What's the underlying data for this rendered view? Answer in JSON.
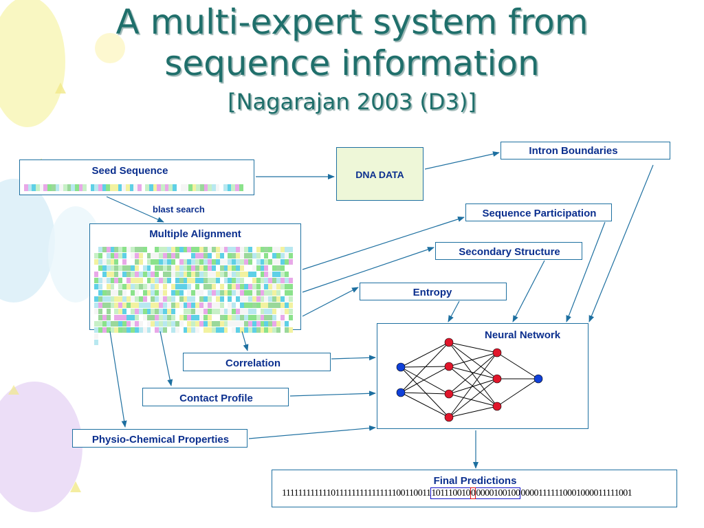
{
  "title": {
    "line1": "A multi-expert system from",
    "line2": "sequence information",
    "line3": "[Nagarajan 2003 (D3)]"
  },
  "nodes": {
    "seed_sequence": "Seed Sequence",
    "dna_data": "DNA DATA",
    "intron_boundaries": "Intron Boundaries",
    "blast_search": "blast search",
    "multiple_alignment": "Multiple Alignment",
    "sequence_participation": "Sequence Participation",
    "secondary_structure": "Secondary Structure",
    "entropy": "Entropy",
    "neural_network": "Neural Network",
    "correlation": "Correlation",
    "contact_profile": "Contact Profile",
    "physio_chemical": "Physio-Chemical Properties",
    "final_predictions": "Final Predictions"
  },
  "prediction_string": "1111111111110111111111111111001100111011100100000010010000001111110001000011111001",
  "colors": {
    "title": "#1f6f6b",
    "label": "#0b2f8e",
    "border": "#1d6fa0",
    "node_red": "#e0162b",
    "node_blue": "#1040d8",
    "highlight_red": "#e01010",
    "highlight_blue": "#1010c8"
  }
}
